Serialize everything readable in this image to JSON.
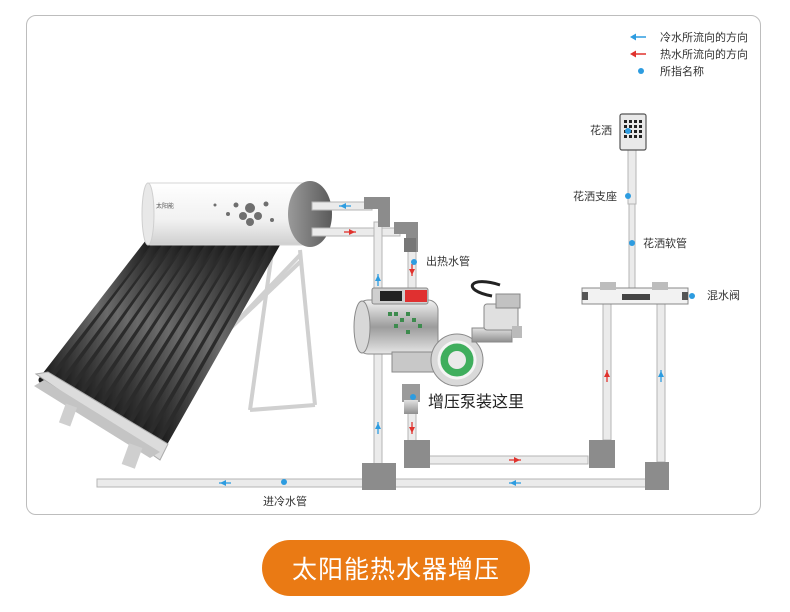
{
  "legend": {
    "items": [
      {
        "icon": "blue-arrow-icon",
        "text": "冷水所流向的方向",
        "color": "#2d9ce0"
      },
      {
        "icon": "red-arrow-icon",
        "text": "热水所流向的方向",
        "color": "#e0322d"
      },
      {
        "icon": "blue-dot-icon",
        "text": "所指名称",
        "color": "#2d9ce0"
      }
    ]
  },
  "labels": {
    "shower_head": "花洒",
    "shower_holder": "花洒支座",
    "shower_hose": "花洒软管",
    "mixing_valve": "混水阀",
    "hot_water_outlet": "出热水管",
    "pump_location": "增压泵装这里",
    "cold_water_inlet": "进冷水管"
  },
  "heater_brand_text": "太阳能",
  "title": "太阳能热水器增压",
  "colors": {
    "pipe": "#e8e8e8",
    "pipe_edge": "#b5b5b5",
    "elbow": "#8a8a8a",
    "cold": "#2d9ce0",
    "hot": "#e0322d",
    "accent": "#ea7a14"
  }
}
